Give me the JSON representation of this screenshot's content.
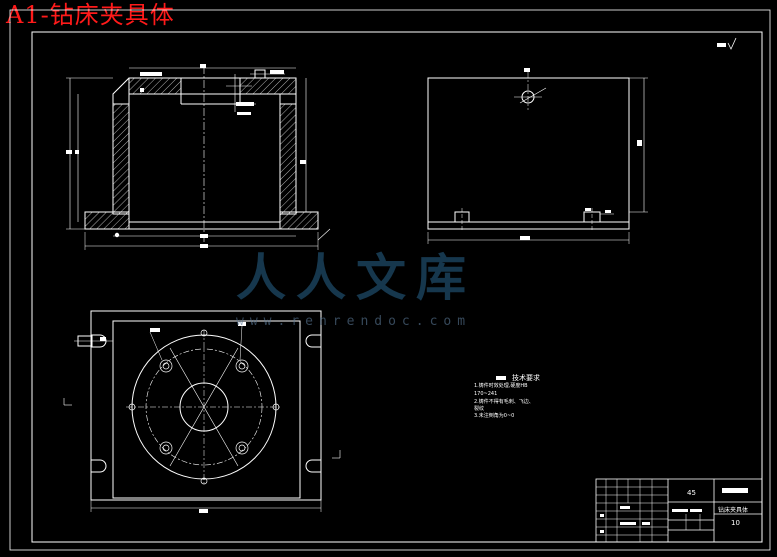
{
  "title": "A1-钻床夹具体",
  "watermark": {
    "brand": "人人文库",
    "url": "www.renrendoc.com"
  },
  "tech_requirements": {
    "heading": "技术要求",
    "items": [
      "1.铸件时效处理,硬度HB",
      "170~241",
      "2.铸件不得有毛刺、飞边、",
      "裂纹",
      "3.未注倒角为0~0"
    ]
  },
  "title_block": {
    "material": "45",
    "scale": "10",
    "part_name": "钻床夹具体"
  },
  "colors": {
    "background": "#000000",
    "line": "#ffffff",
    "title": "#ff1a1a",
    "watermark": "#28648c"
  }
}
